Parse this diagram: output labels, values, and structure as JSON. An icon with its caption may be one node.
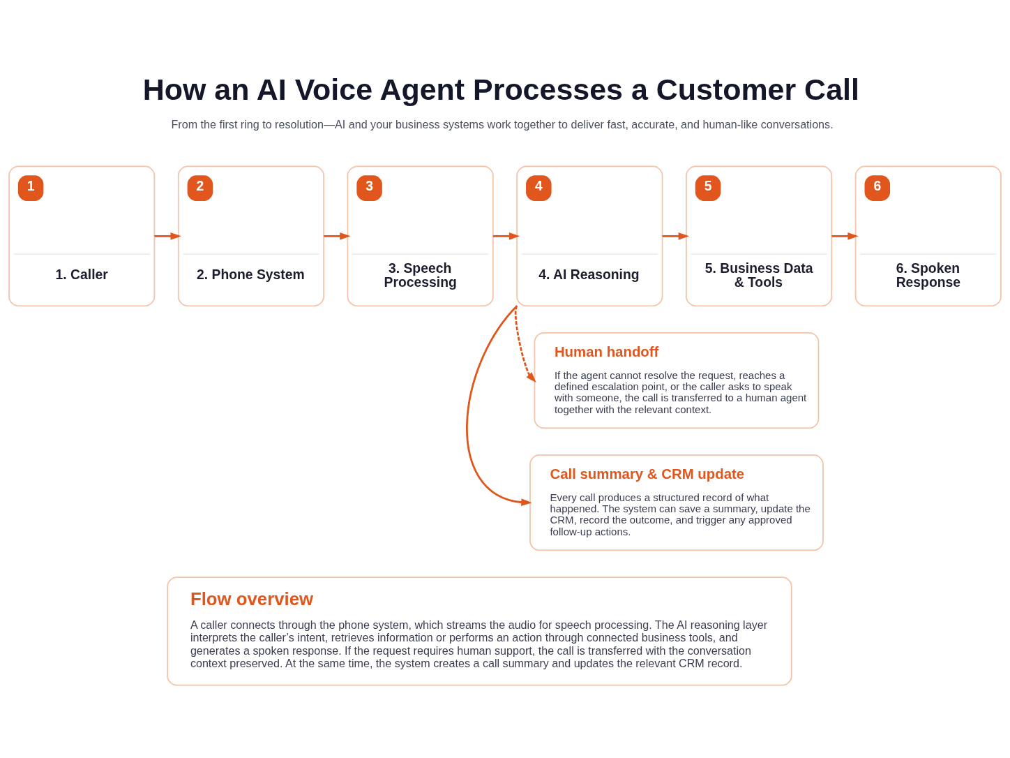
{
  "diagram": {
    "title": "How an AI Voice Agent Processes a Customer Call",
    "nodes": [
      {
        "text": [
          "1",
          "1. Caller"
        ]
      },
      {
        "text": [
          "2",
          "2. Phone System"
        ]
      },
      {
        "text": [
          "3",
          "3. Speech Processing"
        ]
      },
      {
        "text": [
          "4",
          "4. AI Reasoning"
        ]
      },
      {
        "text": [
          "5",
          "5. Business Data & Tools"
        ]
      },
      {
        "text": [
          "6",
          "6. Spoken Response"
        ]
      },
      {
        "text": [
          "Human handoff",
          "If the agent cannot resolve the request, reaches a defined escalation point, or the caller asks to speak with someone, the call is transferred to a human agent together with the relevant context."
        ]
      },
      {
        "text": [
          "Call summary & CRM update",
          "Every call produces a structured record of what happened. The system can save a summary, update the CRM, record the outcome, and trigger any approved follow-up actions."
        ]
      },
      {
        "text": [
          "Flow overview",
          "A caller connects through the phone system, which streams the audio for speech processing. The AI reasoning layer interprets the caller’s intent, retrieves information or performs an action through connected business tools, and generates a spoken response. If the request requires human support, the call is transferred with the conversation context preserved. At the same time, the system creates a call summary and updates the relevant CRM record."
        ]
      }
    ],
    "edges": [
      {
        "from": 0,
        "to": 1,
        "arrow": "to"
      },
      {
        "from": 1,
        "to": 2,
        "arrow": "to"
      },
      {
        "from": 2,
        "to": 3,
        "arrow": "to"
      },
      {
        "from": 3,
        "to": 4,
        "arrow": "to"
      },
      {
        "from": 4,
        "to": 5,
        "arrow": "to"
      },
      {
        "from": 3,
        "to": 6,
        "arrow": "to",
        "style": "dashed"
      },
      {
        "from": 3,
        "to": 7,
        "arrow": "to"
      }
    ],
    "labels": [
      "From the first ring to resolution—AI and your business systems work together to deliver fast, accurate, and human-like conversations."
    ]
  }
}
